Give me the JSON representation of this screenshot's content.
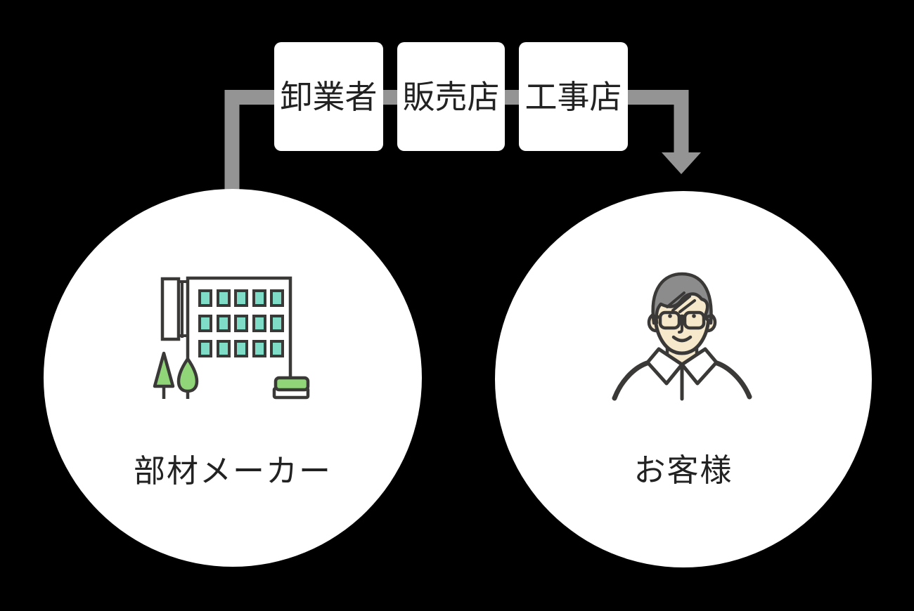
{
  "canvas": {
    "background": "#000000"
  },
  "flow": {
    "boxes": [
      {
        "id": "wholesaler",
        "label": "卸業者"
      },
      {
        "id": "retailer",
        "label": "販売店"
      },
      {
        "id": "contractor",
        "label": "工事店"
      }
    ]
  },
  "nodes": {
    "manufacturer": {
      "label": "部材メーカー",
      "icon": "building-icon"
    },
    "customer": {
      "label": "お客様",
      "icon": "person-icon"
    }
  },
  "colors": {
    "arrow_gray": "#949494",
    "box_bg": "#ffffff",
    "circle_bg": "#ffffff",
    "label_text": "#222222",
    "icon_outline": "#3a3938",
    "window_teal": "#7fdcc7",
    "accent_green": "#90d578",
    "hair_gray": "#8c8c8c",
    "skin_tone": "#f5e8cb"
  }
}
